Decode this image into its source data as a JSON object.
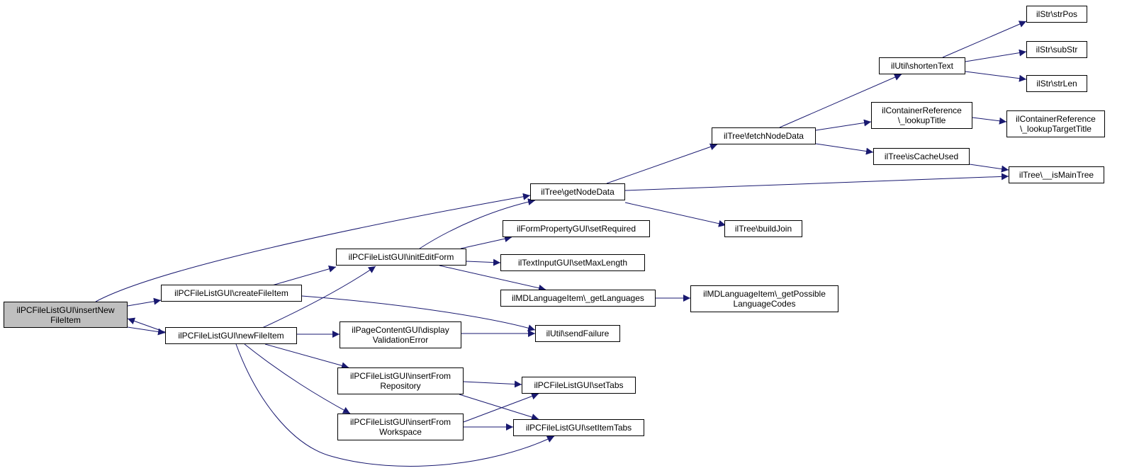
{
  "colors": {
    "edge": "#191970",
    "root_fill": "#bfbfbf",
    "node_fill": "#ffffff",
    "border": "#000000"
  },
  "nodes": {
    "insertNewFileItem": {
      "lines": [
        "ilPCFileListGUI\\insertNew",
        "FileItem"
      ]
    },
    "createFileItem": {
      "lines": [
        "ilPCFileListGUI\\createFileItem"
      ]
    },
    "newFileItem": {
      "lines": [
        "ilPCFileListGUI\\newFileItem"
      ]
    },
    "initEditForm": {
      "lines": [
        "ilPCFileListGUI\\initEditForm"
      ]
    },
    "getNodeData": {
      "lines": [
        "ilTree\\getNodeData"
      ]
    },
    "fetchNodeData": {
      "lines": [
        "ilTree\\fetchNodeData"
      ]
    },
    "buildJoin": {
      "lines": [
        "ilTree\\buildJoin"
      ]
    },
    "shortenText": {
      "lines": [
        "ilUtil\\shortenText"
      ]
    },
    "strPos": {
      "lines": [
        "ilStr\\strPos"
      ]
    },
    "subStr": {
      "lines": [
        "ilStr\\subStr"
      ]
    },
    "strLen": {
      "lines": [
        "ilStr\\strLen"
      ]
    },
    "lookupTitle": {
      "lines": [
        "ilContainerReference",
        "\\_lookupTitle"
      ]
    },
    "lookupTargetTitle": {
      "lines": [
        "ilContainerReference",
        "\\_lookupTargetTitle"
      ]
    },
    "isCacheUsed": {
      "lines": [
        "ilTree\\isCacheUsed"
      ]
    },
    "isMainTree": {
      "lines": [
        "ilTree\\__isMainTree"
      ]
    },
    "setRequired": {
      "lines": [
        "ilFormPropertyGUI\\setRequired"
      ]
    },
    "setMaxLength": {
      "lines": [
        "ilTextInputGUI\\setMaxLength"
      ]
    },
    "getLanguages": {
      "lines": [
        "ilMDLanguageItem\\_getLanguages"
      ]
    },
    "getPossibleLanguageCodes": {
      "lines": [
        "ilMDLanguageItem\\_getPossible",
        "LanguageCodes"
      ]
    },
    "displayValidationError": {
      "lines": [
        "ilPageContentGUI\\display",
        "ValidationError"
      ]
    },
    "sendFailure": {
      "lines": [
        "ilUtil\\sendFailure"
      ]
    },
    "insertFromRepository": {
      "lines": [
        "ilPCFileListGUI\\insertFrom",
        "Repository"
      ]
    },
    "insertFromWorkspace": {
      "lines": [
        "ilPCFileListGUI\\insertFrom",
        "Workspace"
      ]
    },
    "setTabs": {
      "lines": [
        "ilPCFileListGUI\\setTabs"
      ]
    },
    "setItemTabs": {
      "lines": [
        "ilPCFileListGUI\\setItemTabs"
      ]
    }
  },
  "edges": [
    {
      "from": "insertNewFileItem",
      "to": "getNodeData"
    },
    {
      "from": "insertNewFileItem",
      "to": "createFileItem"
    },
    {
      "from": "insertNewFileItem",
      "to": "newFileItem"
    },
    {
      "from": "newFileItem",
      "to": "insertNewFileItem"
    },
    {
      "from": "createFileItem",
      "to": "initEditForm"
    },
    {
      "from": "createFileItem",
      "to": "sendFailure"
    },
    {
      "from": "newFileItem",
      "to": "initEditForm"
    },
    {
      "from": "newFileItem",
      "to": "displayValidationError"
    },
    {
      "from": "newFileItem",
      "to": "insertFromRepository"
    },
    {
      "from": "newFileItem",
      "to": "insertFromWorkspace"
    },
    {
      "from": "newFileItem",
      "to": "setItemTabs"
    },
    {
      "from": "initEditForm",
      "to": "getNodeData"
    },
    {
      "from": "initEditForm",
      "to": "setRequired"
    },
    {
      "from": "initEditForm",
      "to": "setMaxLength"
    },
    {
      "from": "initEditForm",
      "to": "getLanguages"
    },
    {
      "from": "getNodeData",
      "to": "fetchNodeData"
    },
    {
      "from": "getNodeData",
      "to": "isMainTree"
    },
    {
      "from": "getNodeData",
      "to": "buildJoin"
    },
    {
      "from": "fetchNodeData",
      "to": "shortenText"
    },
    {
      "from": "fetchNodeData",
      "to": "lookupTitle"
    },
    {
      "from": "fetchNodeData",
      "to": "isCacheUsed"
    },
    {
      "from": "shortenText",
      "to": "strPos"
    },
    {
      "from": "shortenText",
      "to": "subStr"
    },
    {
      "from": "shortenText",
      "to": "strLen"
    },
    {
      "from": "lookupTitle",
      "to": "lookupTargetTitle"
    },
    {
      "from": "isCacheUsed",
      "to": "isMainTree"
    },
    {
      "from": "getLanguages",
      "to": "getPossibleLanguageCodes"
    },
    {
      "from": "displayValidationError",
      "to": "sendFailure"
    },
    {
      "from": "insertFromRepository",
      "to": "setTabs"
    },
    {
      "from": "insertFromRepository",
      "to": "setItemTabs"
    },
    {
      "from": "insertFromWorkspace",
      "to": "setTabs"
    },
    {
      "from": "insertFromWorkspace",
      "to": "setItemTabs"
    }
  ]
}
